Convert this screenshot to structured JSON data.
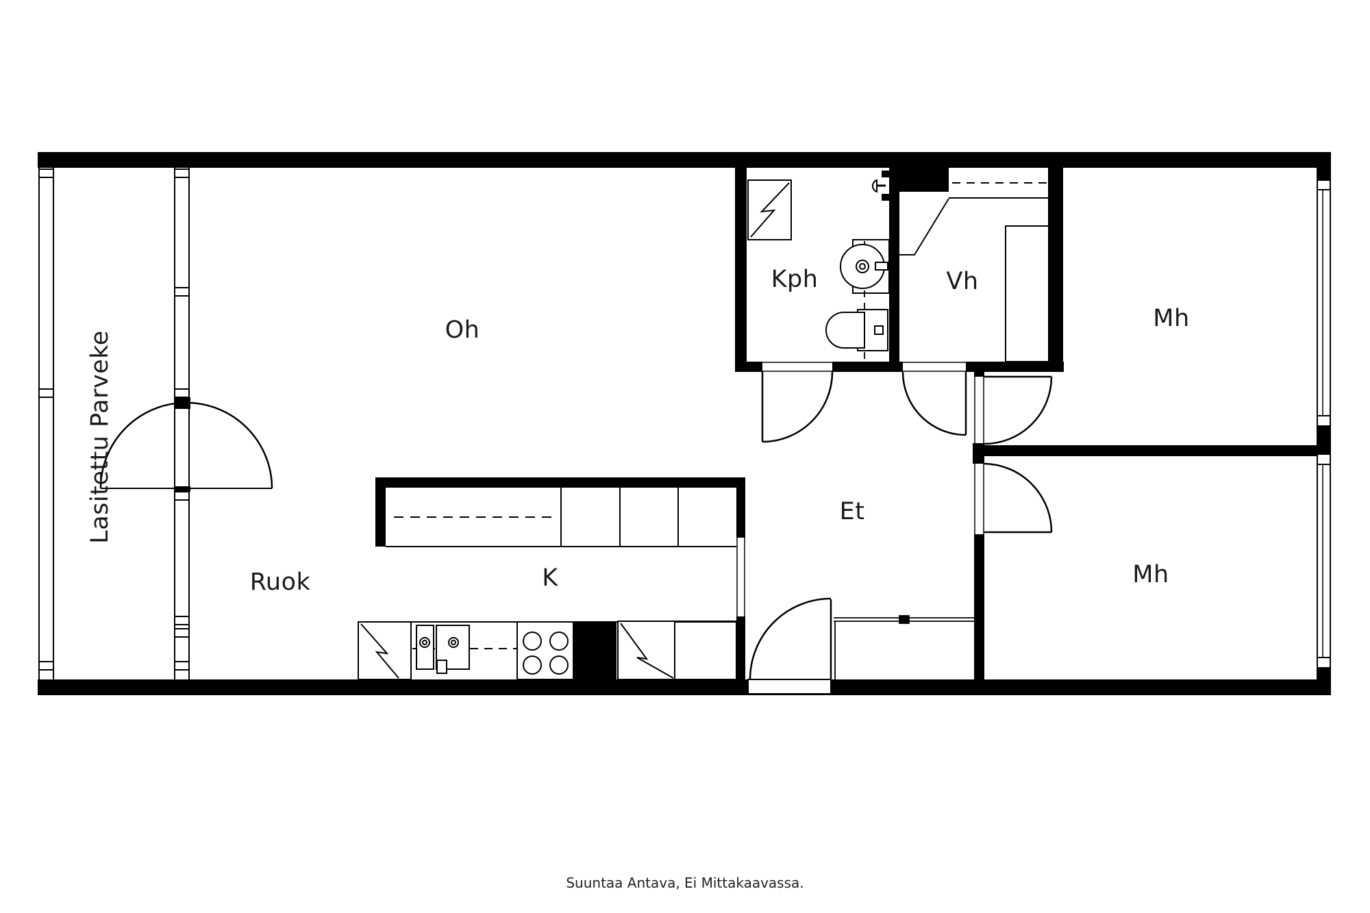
{
  "rooms": {
    "living": "Oh",
    "bathroom": "Kph",
    "closet": "Vh",
    "bedroom_top": "Mh",
    "bedroom_bottom": "Mh",
    "hall": "Et",
    "kitchen": "K",
    "dining": "Ruok",
    "balcony": "Lasitettu Parveke"
  },
  "footer": {
    "note": "Suuntaa Antava, Ei Mittakaavassa."
  },
  "colors": {
    "wall": "#000000",
    "background": "#ffffff",
    "text": "#1a1a1a"
  },
  "icons": {
    "shower": "shower-symbol",
    "washbasin": "washbasin-symbol",
    "toilet": "toilet-symbol",
    "stove": "stove-symbol",
    "appliance": "appliance-symbol",
    "wardrobe": "wardrobe-symbol",
    "door": "door-swing-symbol",
    "window": "window-symbol"
  }
}
